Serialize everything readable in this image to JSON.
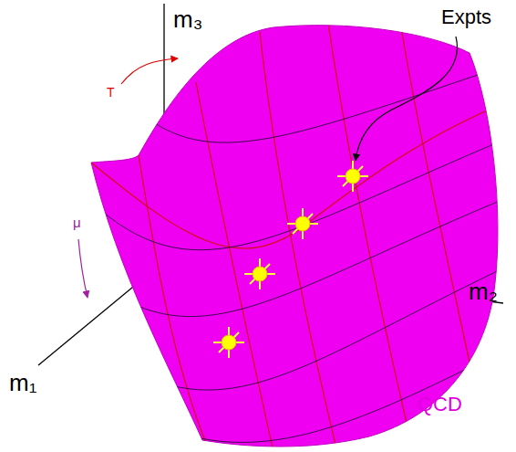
{
  "diagram": {
    "labels": [
      "m₃",
      "Expts",
      "T",
      "μ",
      "m₂",
      "m₁",
      "QCD"
    ]
  }
}
